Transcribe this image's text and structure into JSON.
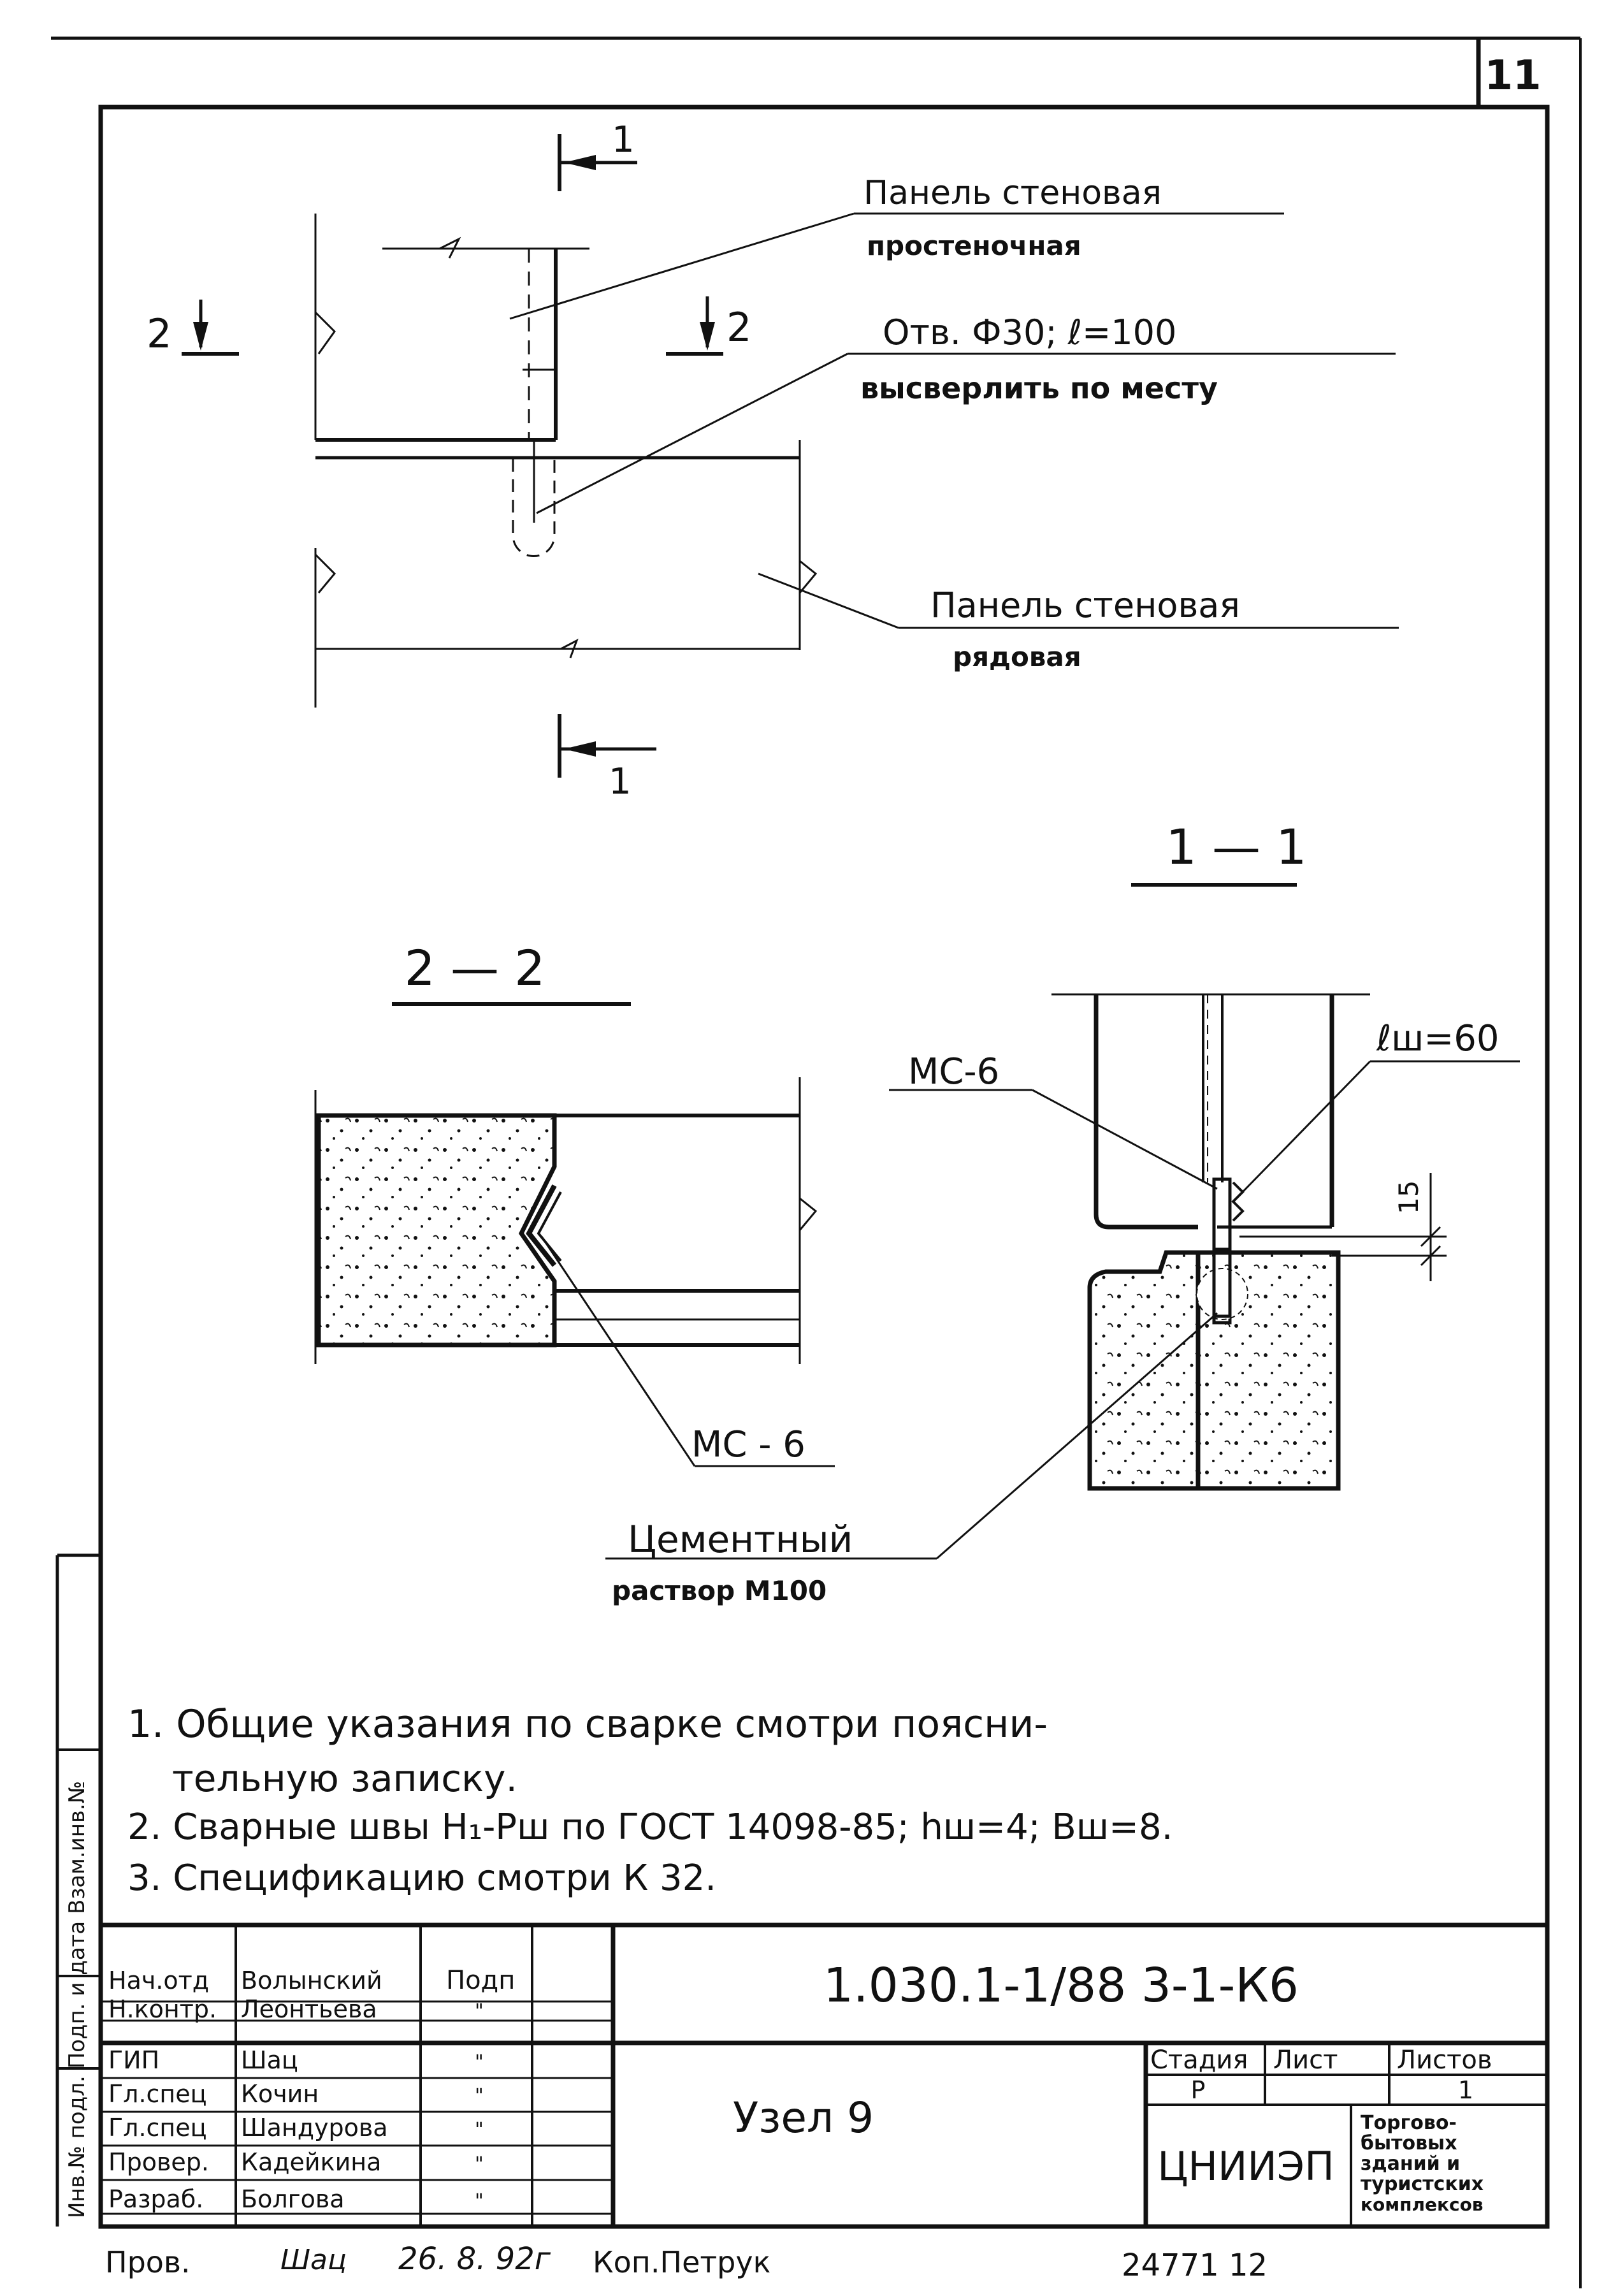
{
  "sheet_number": "11",
  "plan_labels": {
    "cut_1_top": "1",
    "cut_1_bottom": "1",
    "cut_2_left": "2",
    "cut_2_right": "2"
  },
  "callouts": {
    "panel_pier_line1": "Панель стеновая",
    "panel_pier_line2": "простеночная",
    "hole_line1": "Отв. Ф30;  ℓ=100",
    "hole_line2": "высверлить по месту",
    "panel_row_line1": "Панель стеновая",
    "panel_row_line2": "рядовая"
  },
  "sections": {
    "section_2_title": "2 — 2",
    "section_1_title": "1 — 1",
    "mc6_top": "МС-6",
    "mc6_bottom": "МС - 6",
    "weld_length": "ℓш=60",
    "dim_15": "15",
    "cement_line1": "Цементный",
    "cement_line2": "раствор М100"
  },
  "notes": [
    "1. Общие указания по сварке смотри поясни-",
    "тельную записку.",
    "2. Сварные швы Н₁-Рш по ГОСТ 14098-85; hш=4; Вш=8.",
    "3. Спецификацию смотри К 32."
  ],
  "left_margin_stamp": "Инв.№ подл. Подп. и дата Взам.инв.№",
  "title_block": {
    "signature_header": "Подп",
    "roles": [
      {
        "role": "Нач.отд",
        "name": "Волынский",
        "sign": ""
      },
      {
        "role": "Н.контр.",
        "name": "Леонтьева",
        "sign": "\""
      },
      {
        "role": "ГИП",
        "name": "Шац",
        "sign": "\""
      },
      {
        "role": "Гл.спец",
        "name": "Кочин",
        "sign": "\""
      },
      {
        "role": "Гл.спец",
        "name": "Шандурова",
        "sign": "\""
      },
      {
        "role": "Провер.",
        "name": "Кадейкина",
        "sign": "\""
      },
      {
        "role": "Разраб.",
        "name": "Болгова",
        "sign": "\""
      }
    ],
    "doc_code": "1.030.1-1/88 3-1-К6",
    "drawing_name": "Узел 9",
    "stage_header": "Стадия",
    "sheet_header": "Лист",
    "sheets_header": "Листов",
    "stage_value": "Р",
    "sheet_value": "",
    "sheets_value": "1",
    "org": "ЦНИИЭП",
    "org_desc": [
      "Торгово-",
      "бытовых",
      "зданий и",
      "туристских",
      "комплексов"
    ]
  },
  "footer": {
    "checked": "Пров.",
    "signature": "Шац",
    "date": "26. 8. 92г",
    "copied": "Коп.Петрук",
    "number": "24771  12"
  }
}
